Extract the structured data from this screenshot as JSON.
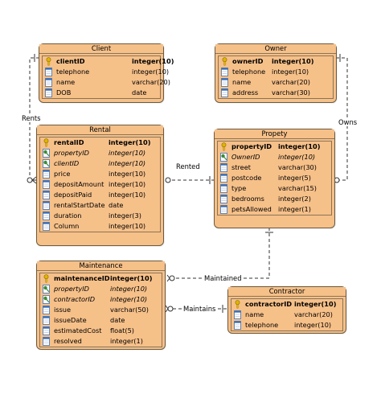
{
  "entities": {
    "client": {
      "title": "Client",
      "fields": [
        {
          "name": "clientID",
          "type": "integer(10)",
          "kind": "pk",
          "icon": "key-icon"
        },
        {
          "name": "telephone",
          "type": "integer(10)",
          "kind": "col",
          "icon": "column-icon"
        },
        {
          "name": "name",
          "type": "varchar(20)",
          "kind": "col",
          "icon": "column-icon"
        },
        {
          "name": "DOB",
          "type": "date",
          "kind": "col",
          "icon": "column-icon"
        }
      ]
    },
    "owner": {
      "title": "Owner",
      "fields": [
        {
          "name": "ownerID",
          "type": "integer(10)",
          "kind": "pk",
          "icon": "key-icon"
        },
        {
          "name": "telephone",
          "type": "integer(10)",
          "kind": "col",
          "icon": "column-icon"
        },
        {
          "name": "name",
          "type": "varchar(20)",
          "kind": "col",
          "icon": "column-icon"
        },
        {
          "name": "address",
          "type": "varchar(30)",
          "kind": "col",
          "icon": "column-icon"
        }
      ]
    },
    "rental": {
      "title": "Rental",
      "fields": [
        {
          "name": "rentalID",
          "type": "integer(10)",
          "kind": "pk",
          "icon": "key-icon"
        },
        {
          "name": "propertyID",
          "type": "integer(10)",
          "kind": "fk",
          "icon": "foreign-key-icon"
        },
        {
          "name": "clientID",
          "type": "integer(10)",
          "kind": "fk",
          "icon": "foreign-key-icon"
        },
        {
          "name": "price",
          "type": "integer(10)",
          "kind": "col",
          "icon": "column-icon"
        },
        {
          "name": "depositAmount",
          "type": "integer(10)",
          "kind": "col",
          "icon": "column-icon"
        },
        {
          "name": "depositPaid",
          "type": "integer(10)",
          "kind": "col",
          "icon": "column-icon"
        },
        {
          "name": "rentalStartDate",
          "type": "date",
          "kind": "col",
          "icon": "column-icon"
        },
        {
          "name": "duration",
          "type": "integer(3)",
          "kind": "col",
          "icon": "column-icon"
        },
        {
          "name": "Column",
          "type": "integer(10)",
          "kind": "col",
          "icon": "column-icon"
        }
      ]
    },
    "property": {
      "title": "Propety",
      "fields": [
        {
          "name": "propertyID",
          "type": "integer(10)",
          "kind": "pk",
          "icon": "key-icon"
        },
        {
          "name": "OwnerID",
          "type": "integer(10)",
          "kind": "fk",
          "icon": "foreign-key-icon"
        },
        {
          "name": "street",
          "type": "varchar(30)",
          "kind": "col",
          "icon": "column-icon"
        },
        {
          "name": "postcode",
          "type": "integer(5)",
          "kind": "col",
          "icon": "column-icon"
        },
        {
          "name": "type",
          "type": "varchar(15)",
          "kind": "col",
          "icon": "column-icon"
        },
        {
          "name": "bedrooms",
          "type": "integer(2)",
          "kind": "col",
          "icon": "column-icon"
        },
        {
          "name": "petsAllowed",
          "type": "integer(1)",
          "kind": "col",
          "icon": "column-icon"
        }
      ]
    },
    "maintenance": {
      "title": "Maintenance",
      "fields": [
        {
          "name": "maintenanceID",
          "type": "integer(10)",
          "kind": "pk",
          "icon": "key-icon"
        },
        {
          "name": "propertyID",
          "type": "integer(10)",
          "kind": "fk",
          "icon": "foreign-key-icon"
        },
        {
          "name": "contractorID",
          "type": "integer(10)",
          "kind": "fk",
          "icon": "foreign-key-icon"
        },
        {
          "name": "issue",
          "type": "varchar(50)",
          "kind": "col",
          "icon": "column-icon"
        },
        {
          "name": "issueDate",
          "type": "date",
          "kind": "col",
          "icon": "column-icon"
        },
        {
          "name": "estimatedCost",
          "type": "float(5)",
          "kind": "col",
          "icon": "column-icon"
        },
        {
          "name": "resolved",
          "type": "integer(1)",
          "kind": "col",
          "icon": "column-icon"
        }
      ]
    },
    "contractor": {
      "title": "Contractor",
      "fields": [
        {
          "name": "contractorID",
          "type": "integer(10)",
          "kind": "pk",
          "icon": "key-icon"
        },
        {
          "name": "name",
          "type": "varchar(20)",
          "kind": "col",
          "icon": "column-icon"
        },
        {
          "name": "telephone",
          "type": "integer(10)",
          "kind": "col",
          "icon": "column-icon"
        }
      ]
    }
  },
  "relationships": {
    "rents_client": {
      "label": "Rents"
    },
    "rented": {
      "label": "Rented"
    },
    "owns": {
      "label": "Owns"
    },
    "maintained": {
      "label": "Maintained"
    },
    "maintains": {
      "label": "Maintains"
    }
  },
  "colors": {
    "entity_fill": "#f6c089",
    "entity_border": "#6b5a3e",
    "line": "#333333",
    "key_icon": "#e0b400",
    "fk_icon": "#3a8a3a",
    "column_icon": "#3b6fb6"
  }
}
